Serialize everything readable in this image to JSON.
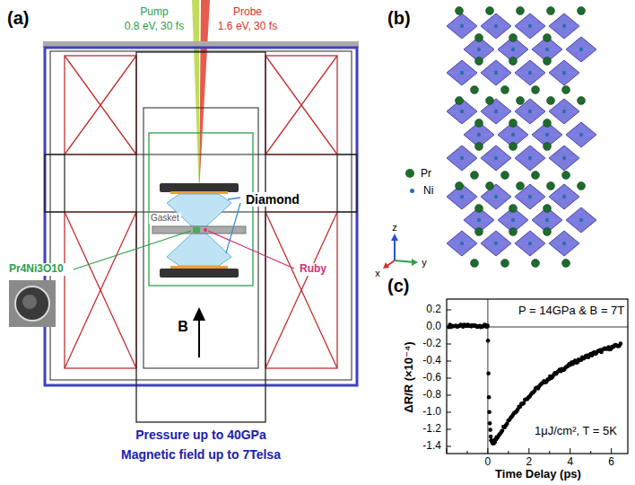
{
  "diagram": {
    "labels": [
      "(a)",
      "Pump",
      "0.8 eV, 30 fs",
      "Probe",
      "1.6 eV, 30 fs",
      "Gasket",
      "Diamond",
      "Pr4Ni3O10",
      "Ruby",
      "B",
      "Pressure up to 40GPa",
      "Magnetic field up to 7Telsa",
      "(b)",
      "z",
      "x",
      "y",
      "(c)",
      "P = 14GPa & B = 7T",
      "1μJ/cm², T = 5K",
      "ΔR/R (×10⁻⁴)",
      "Time Delay (ps)",
      "0.2",
      "0.0",
      "-0.2",
      "-0.4",
      "-0.6",
      "-0.8",
      "-1.0",
      "-1.2",
      "-1.4",
      "0",
      "2",
      "4",
      "6"
    ],
    "legend": [
      {
        "text": "Pr",
        "color": "#1e6b2e"
      },
      {
        "text": "Ni",
        "color": "#2a6fb0"
      }
    ]
  }
}
